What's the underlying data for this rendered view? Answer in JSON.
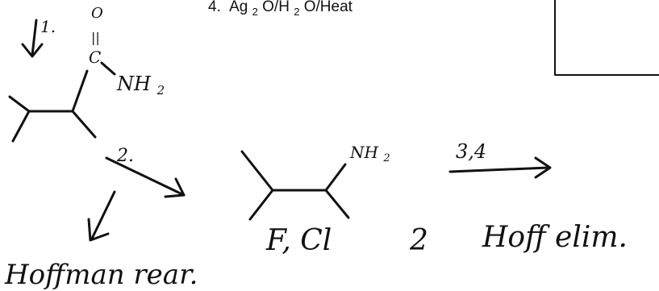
{
  "header": {
    "step_number": "4.",
    "reagents_main": "Ag",
    "sub1": "2",
    "reagents_mid": "O/H",
    "sub2": "2",
    "reagents_end": "O/Heat"
  },
  "labels": {
    "step1": "1.",
    "oxygen": "O",
    "double_bond": "||",
    "carbon": "C",
    "nh2_top": "NH",
    "nh2_top_sub": "2",
    "step2": "2.",
    "nh2_product": "NH",
    "nh2_product_sub": "2",
    "steps_34": "3,4",
    "halides": "F, Cl",
    "count": "2",
    "hoff_elim": "Hoff elim.",
    "hoffman_rearr": "Hoffman rear."
  }
}
